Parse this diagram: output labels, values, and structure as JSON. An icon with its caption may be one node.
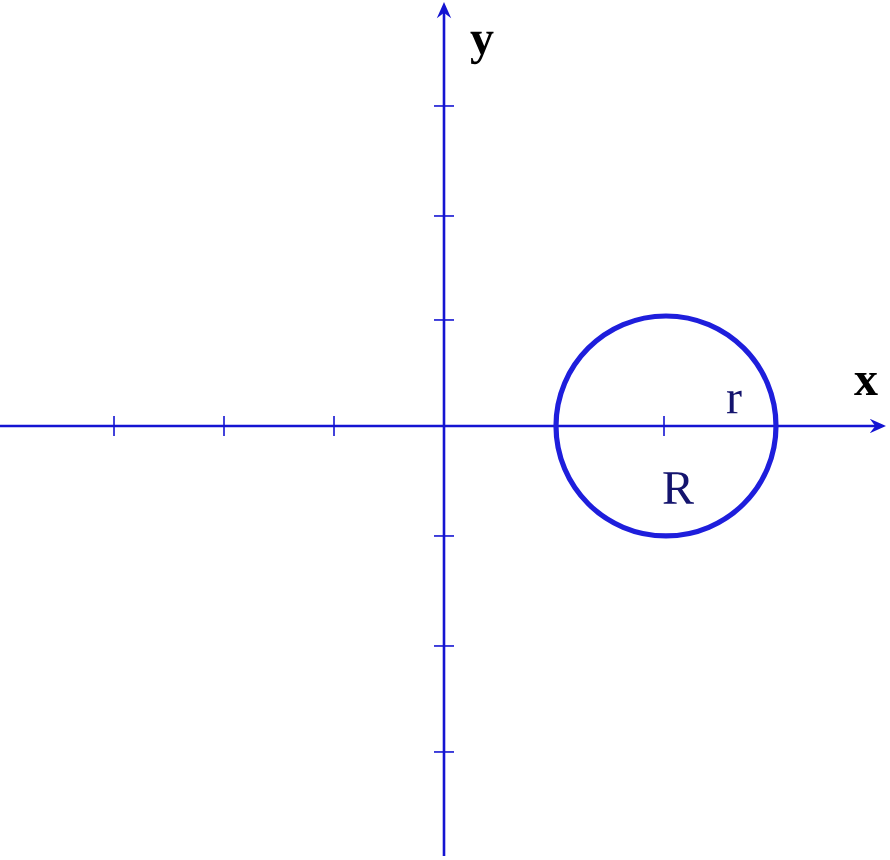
{
  "diagram": {
    "labels": [
      "y",
      "x",
      "r",
      "R"
    ]
  }
}
